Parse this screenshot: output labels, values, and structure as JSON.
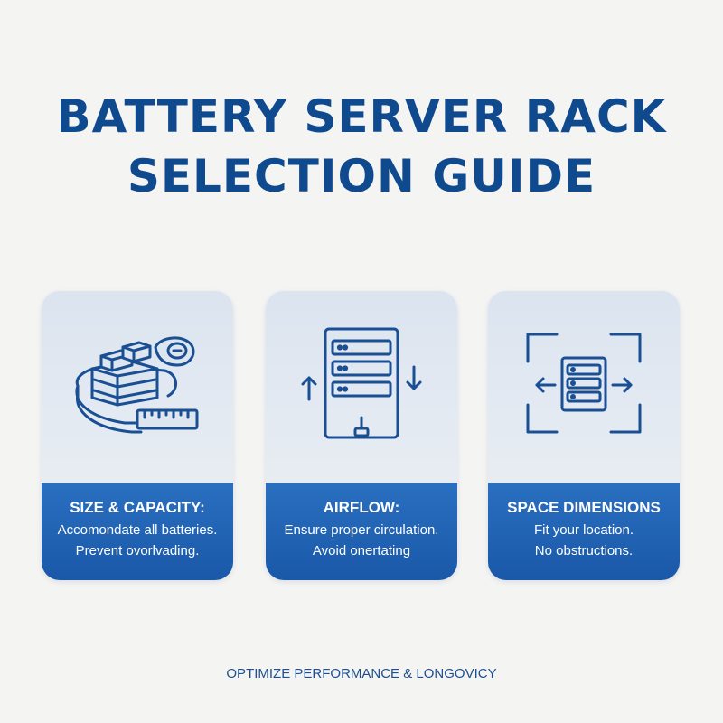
{
  "title": {
    "line1": "BATTERY SERVER RACK",
    "line2": "SELECTION GUIDE"
  },
  "cards": [
    {
      "icon": "battery-tape-measure-icon",
      "heading": "SIZE & CAPACITY:",
      "line1": "Accomondate all batteries.",
      "line2": "Prevent ovorlvading."
    },
    {
      "icon": "server-airflow-icon",
      "heading": "AIRFLOW:",
      "line1": "Ensure proper circulation.",
      "line2": "Avoid onertating"
    },
    {
      "icon": "space-dimensions-icon",
      "heading": "SPACE DIMENSIONS",
      "line1": "Fit your location.",
      "line2": "No obstructions."
    }
  ],
  "footer": "OPTIMIZE PERFORMANCE & LONGOVICY",
  "colors": {
    "primary": "#0f4a8e",
    "card_band": "#1f60b0",
    "background": "#f4f4f3"
  }
}
